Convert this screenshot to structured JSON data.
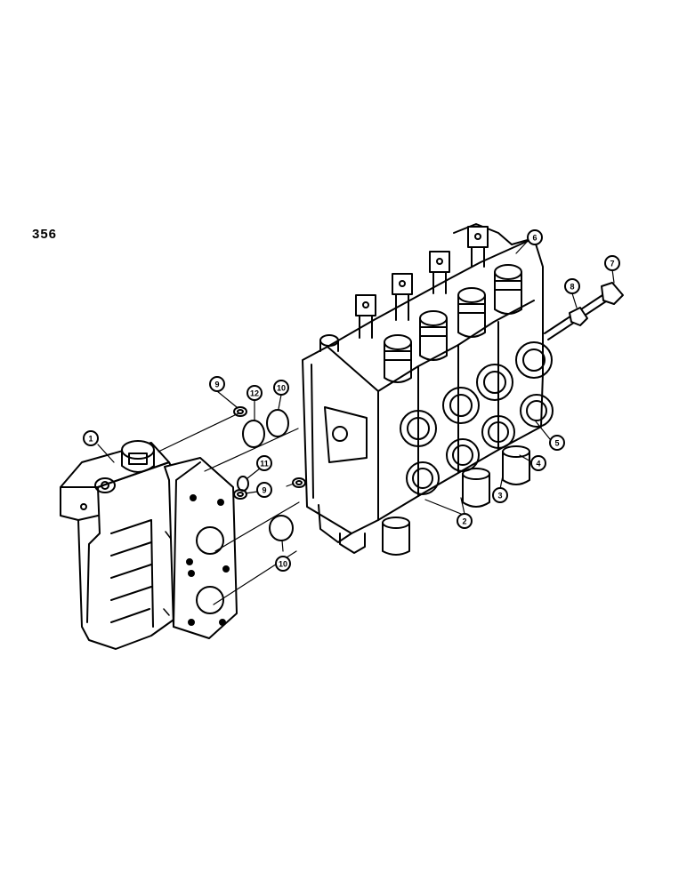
{
  "page_number": "356",
  "callouts": [
    {
      "id": "c1",
      "label": "1"
    },
    {
      "id": "c2",
      "label": "2"
    },
    {
      "id": "c3",
      "label": "3"
    },
    {
      "id": "c4",
      "label": "4"
    },
    {
      "id": "c5",
      "label": "5"
    },
    {
      "id": "c6",
      "label": "6"
    },
    {
      "id": "c7",
      "label": "7"
    },
    {
      "id": "c8",
      "label": "8"
    },
    {
      "id": "c9a",
      "label": "9"
    },
    {
      "id": "c9b",
      "label": "9"
    },
    {
      "id": "c10a",
      "label": "10"
    },
    {
      "id": "c10b",
      "label": "10"
    },
    {
      "id": "c11",
      "label": "11"
    },
    {
      "id": "c12",
      "label": "12"
    }
  ],
  "colors": {
    "ink": "#000000",
    "paper": "#ffffff"
  }
}
